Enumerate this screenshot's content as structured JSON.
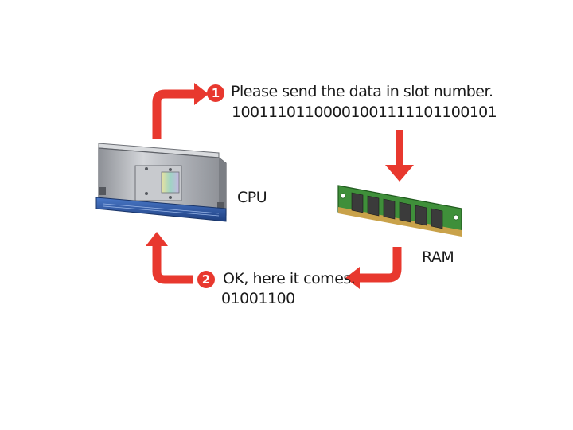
{
  "step1": {
    "number": "1",
    "message": "Please send the data in slot number.",
    "binary": "10011101100001001111101100101"
  },
  "step2": {
    "number": "2",
    "message": "OK, here it comes.",
    "binary": "01001100"
  },
  "labels": {
    "cpu": "CPU",
    "ram": "RAM"
  },
  "colors": {
    "arrow": "#e8382e",
    "badge": "#e8382e",
    "cpu_body": "#b9bcc2",
    "cpu_base": "#2f5fb0",
    "ram_board": "#3f8f3a",
    "ram_chip": "#3b3b3b"
  }
}
